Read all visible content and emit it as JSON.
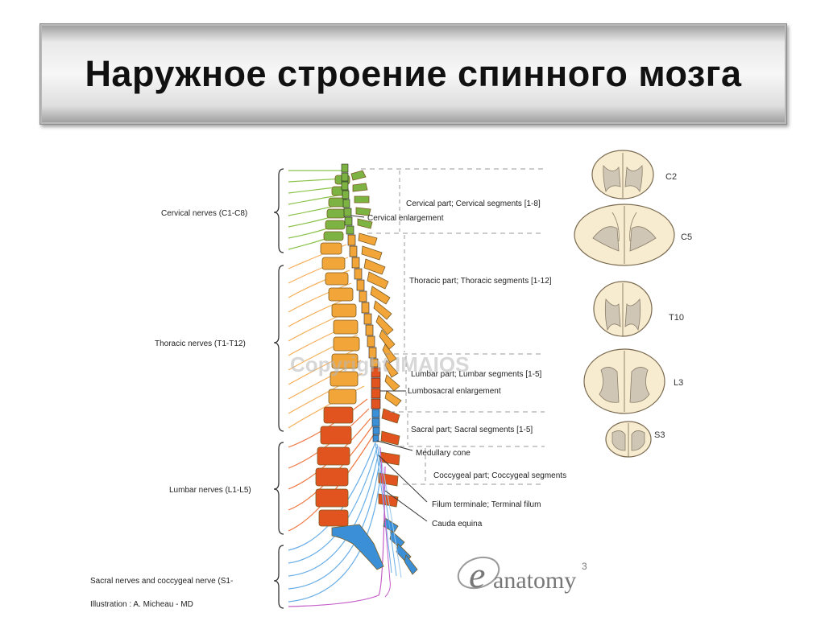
{
  "title": "Наружное строение спинного мозга",
  "nerve_groups": [
    {
      "label": "Cervical nerves (C1-C8)",
      "color": "#7cb342"
    },
    {
      "label": "Thoracic nerves (T1-T12)",
      "color": "#f2a63a"
    },
    {
      "label": "Lumbar nerves (L1-L5)",
      "color": "#e2541f"
    },
    {
      "label": "Sacral nerves and coccygeal nerve (S1-",
      "color": "#3b8fd6"
    }
  ],
  "credit": "Illustration : A. Micheau - MD",
  "parts": [
    "Cervical part; Cervical segments [1-8]",
    "Cervical enlargement",
    "Thoracic part; Thoracic segments [1-12]",
    "Lumbar part; Lumbar segments [1-5]",
    "Lumbosacral enlargement",
    "Sacral part; Sacral segments  [1-5]",
    "Medullary cone",
    "Coccygeal part; Coccygeal segments",
    "Filum terminale; Terminal filum",
    "Cauda equina"
  ],
  "cross_sections": [
    "C2",
    "C5",
    "T10",
    "L3",
    "S3"
  ],
  "watermark": "Copyright IMAIOS",
  "logo": {
    "text": "anatomy",
    "initial": "e",
    "superscript": "3"
  }
}
